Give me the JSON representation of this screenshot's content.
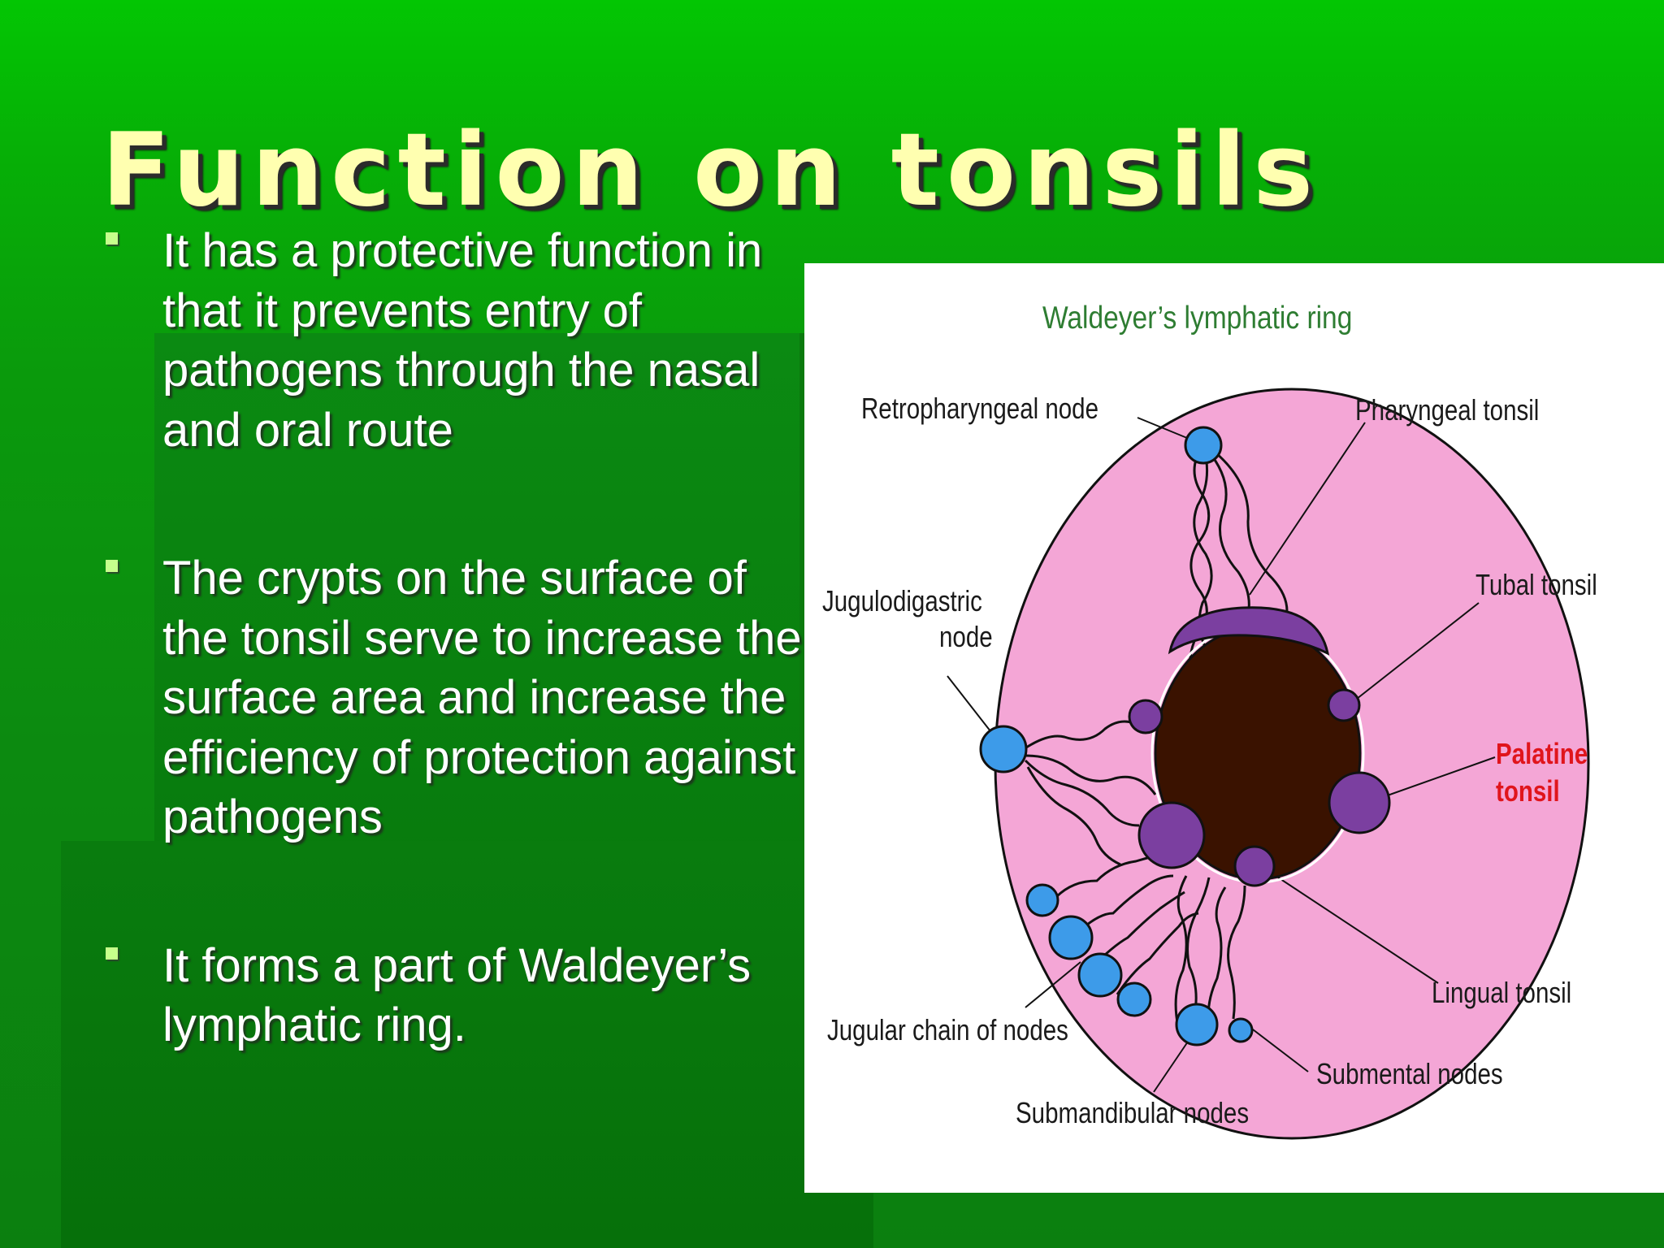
{
  "slide": {
    "title": "Function on tonsils",
    "bullets": [
      "It has a protective function in that it prevents entry of pathogens through the nasal and oral route",
      "The crypts on the surface of the tonsil serve to increase the surface area and increase the efficiency of protection against pathogens",
      "It forms a part of Waldeyer’s lymphatic ring."
    ]
  },
  "figure": {
    "title": "Waldeyer’s lymphatic ring",
    "labels": {
      "retropharyngeal": "Retropharyngeal node",
      "pharyngeal": "Pharyngeal tonsil",
      "tubal": "Tubal tonsil",
      "jugulodigastric_1": "Jugulodigastric",
      "jugulodigastric_2": "node",
      "palatine_1": "Palatine",
      "palatine_2": "tonsil",
      "lingual": "Lingual tonsil",
      "jugular_chain": "Jugular chain of nodes",
      "submental": "Submental nodes",
      "submandibular": "Submandibular nodes"
    },
    "colors": {
      "ring": "#f4a6d6",
      "ring_stroke": "#111111",
      "lumen": "#3a1200",
      "tonsil": "#7b3fa0",
      "node": "#3d9be9",
      "highlight_label": "#e0151c"
    }
  }
}
